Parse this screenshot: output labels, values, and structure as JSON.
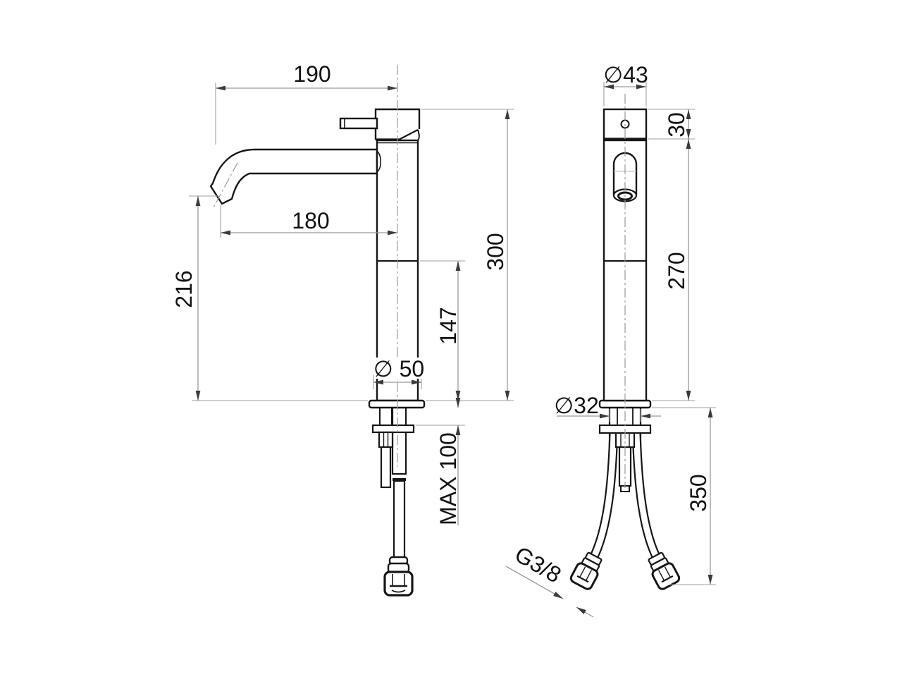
{
  "drawing": {
    "type": "technical-dimension-drawing",
    "subject": "tall single-lever basin mixer tap shown in side view and front view with flexible supply hoses",
    "colors": {
      "background": "#ffffff",
      "object_line": "#161616",
      "dimension_line": "#999999",
      "text": "#111111"
    },
    "dimensions": {
      "side": {
        "reach_overall": "190",
        "reach_spout": "180",
        "height_to_spout": "216",
        "upper_body_height": "147",
        "total_height": "300",
        "base_diameter": "∅ 50",
        "max_mounting_thickness": "MAX 100"
      },
      "front": {
        "body_diameter": "∅43",
        "cap_height": "30",
        "body_height": "270",
        "shank_diameter": "∅32",
        "hose_length": "350",
        "thread_size": "G3/8"
      }
    }
  }
}
